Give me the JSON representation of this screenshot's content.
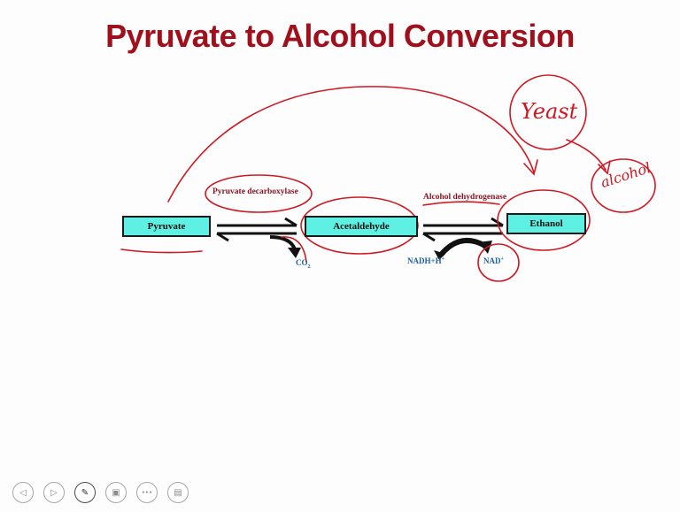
{
  "slide": {
    "title": "Pyruvate to Alcohol Conversion",
    "nodes": {
      "pyruvate": "Pyruvate",
      "acetaldehyde": "Acetaldehyde",
      "ethanol": "Ethanol"
    },
    "enzymes": {
      "step1": "Pyruvate decarboxylase",
      "step2": "Alcohol dehydrogenase"
    },
    "cofactors": {
      "co2": {
        "main": "CO",
        "sub": "2"
      },
      "nadh": {
        "main": "NADH+H",
        "sup": "+"
      },
      "nad": {
        "main": "NAD",
        "sup": "+"
      }
    },
    "annotations": {
      "yeast": "Yeast",
      "alcohol": "alcohol"
    },
    "colors": {
      "title": "#a0101c",
      "box_fill": "#5ff0e4",
      "enzyme_text": "#8b1420",
      "cofactor_text": "#1f5fa0",
      "ink": "#d01822"
    }
  },
  "toolbar": {
    "buttons": [
      {
        "name": "previous-slide-button",
        "icon": "chevron-left-icon",
        "glyph": "◁"
      },
      {
        "name": "next-slide-button",
        "icon": "chevron-right-icon",
        "glyph": "▷"
      },
      {
        "name": "pen-tool-button",
        "icon": "pen-icon",
        "glyph": "✎",
        "active": true
      },
      {
        "name": "slide-view-button",
        "icon": "slide-icon",
        "glyph": "▣"
      },
      {
        "name": "more-options-button",
        "icon": "ellipsis-icon",
        "glyph": "•••"
      },
      {
        "name": "presenter-view-button",
        "icon": "monitor-icon",
        "glyph": "▤"
      }
    ]
  }
}
